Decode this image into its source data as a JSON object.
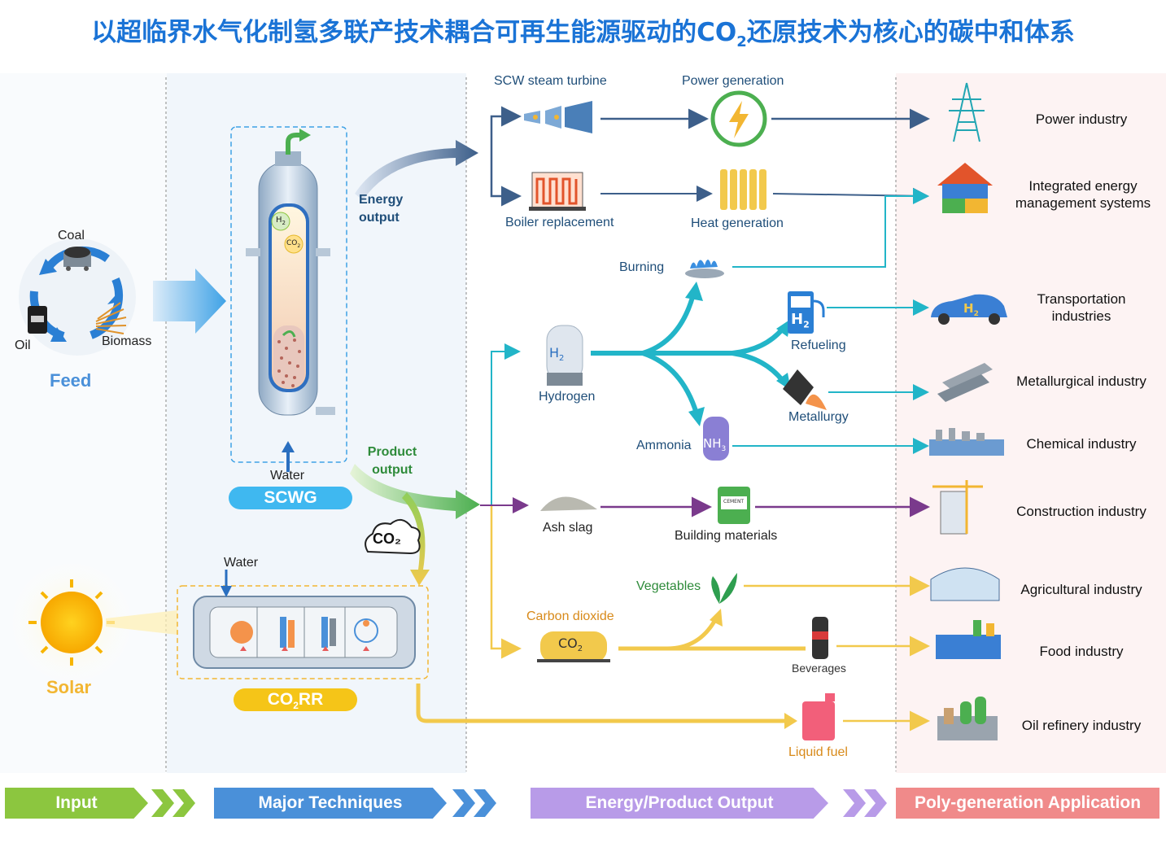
{
  "title": {
    "prefix": "以超临界水气化制氢多联产技术耦合可再生能源驱动的CO",
    "sub": "2",
    "suffix": "还原技术为核心的碳中和体系"
  },
  "input": {
    "coal": "Coal",
    "oil": "Oil",
    "biomass": "Biomass",
    "feed": "Feed",
    "solar": "Solar"
  },
  "reactor": {
    "h2": "H",
    "co2": "CO",
    "water_top": "Water",
    "scwg": "SCWG",
    "water_bottom": "Water",
    "co2rr_prefix": "CO",
    "co2rr_sub": "2",
    "co2rr_suffix": "RR",
    "energy_output": "Energy output",
    "product_output": "Product output",
    "co2_cloud": "CO₂"
  },
  "outputs": {
    "scw_turbine": "SCW steam turbine",
    "power_generation": "Power generation",
    "boiler": "Boiler replacement",
    "heat": "Heat generation",
    "burning": "Burning",
    "hydrogen": "Hydrogen",
    "refueling": "Refueling",
    "metallurgy": "Metallurgy",
    "ammonia": "Ammonia",
    "ash_slag": "Ash slag",
    "building_materials": "Building materials",
    "cement": "CEMENT",
    "vegetables": "Vegetables",
    "carbon_dioxide": "Carbon dioxide",
    "beverages": "Beverages",
    "liquid_fuel": "Liquid fuel"
  },
  "applications": [
    "Power industry",
    "Integrated energy management systems",
    "Transportation industries",
    "Metallurgical industry",
    "Chemical industry",
    "Construction industry",
    "Agricultural industry",
    "Food industry",
    "Oil refinery industry"
  ],
  "bands": {
    "input": "Input",
    "techniques": "Major Techniques",
    "output": "Energy/Product  Output",
    "application": "Poly-generation Application"
  },
  "colors": {
    "title": "#1a73d6",
    "input_band": "#8cc63f",
    "techniques_band": "#4a90d9",
    "output_band": "#b89be8",
    "application_band": "#f08a8a",
    "hydrogen_flow": "#22b5c8",
    "ash_flow": "#7a3a8c",
    "co2_flow": "#f2c94c",
    "energy_flow": "#3d5f8a"
  }
}
